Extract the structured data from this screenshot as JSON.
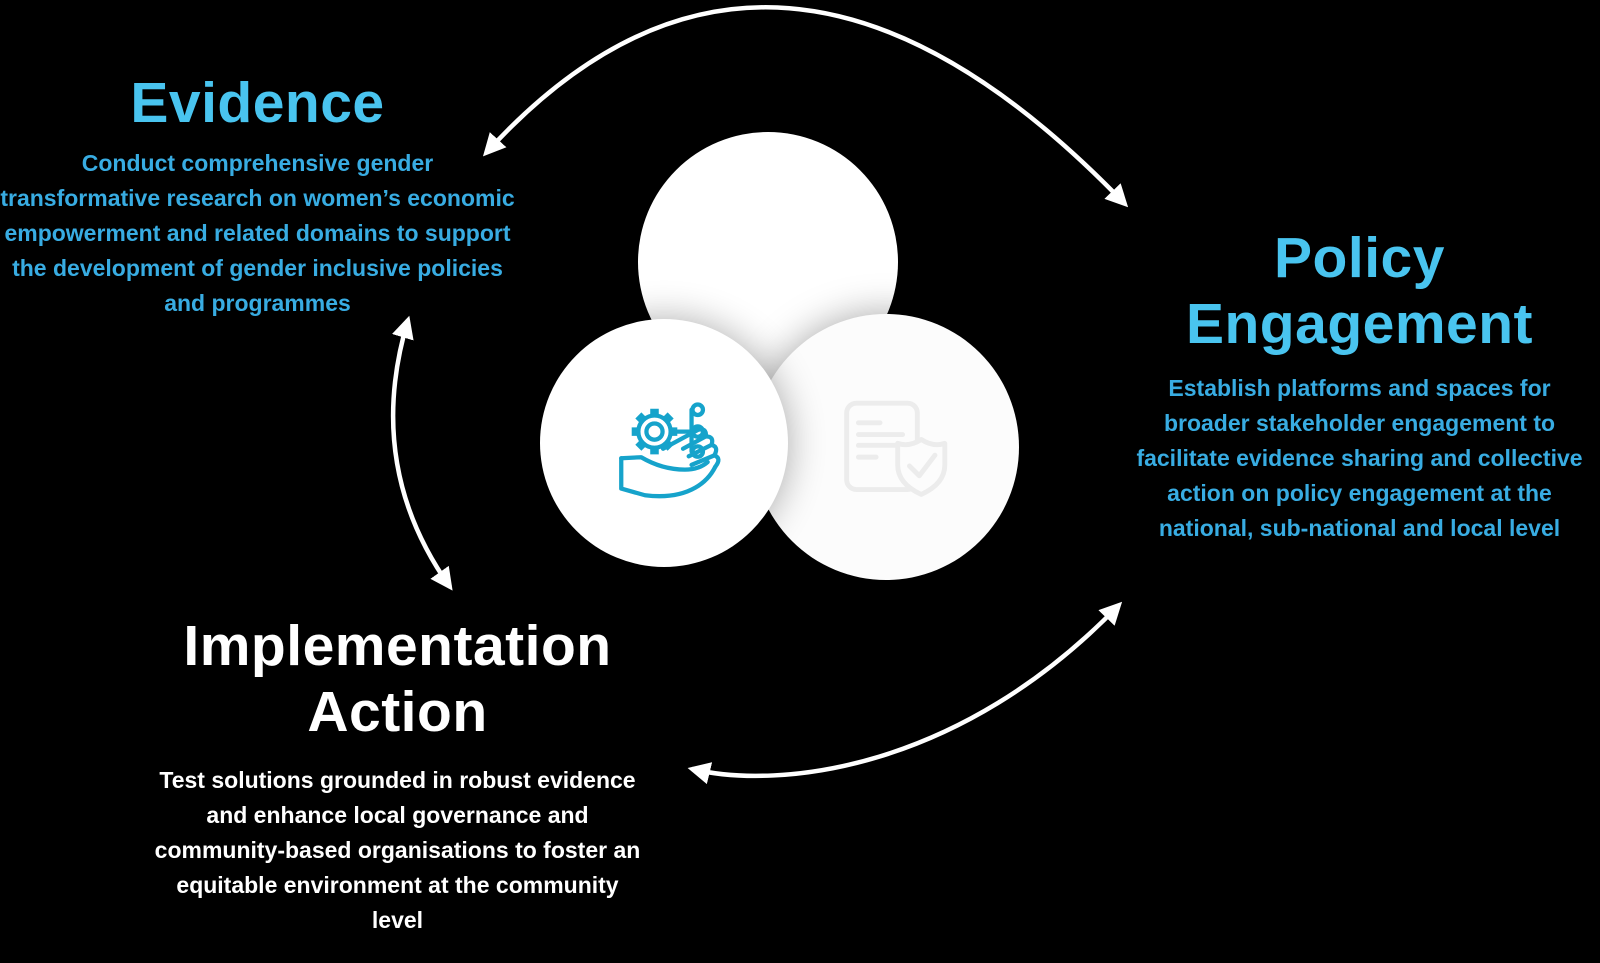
{
  "diagram": {
    "background_color": "#000000",
    "accent_heading_color": "#49C4EF",
    "accent_body_color": "#38ACE2",
    "white_text_color": "#FFFFFF",
    "arrow_color": "#FFFFFF",
    "circle_color": "#FFFFFF",
    "sections": {
      "evidence": {
        "title": "Evidence",
        "description_lines": [
          "Conduct comprehensive gender",
          "transformative research on women’s economic",
          "empowerment and related domains to support",
          "the development of gender inclusive policies",
          "and programmes"
        ]
      },
      "policy_engagement": {
        "title": "Policy Engagement",
        "description_lines": [
          "Establish platforms and spaces for",
          "broader stakeholder engagement to",
          "facilitate evidence sharing and collective",
          "action on policy engagement at the",
          "national, sub-national and local level"
        ]
      },
      "implementation_action": {
        "title": "Implementation Action",
        "description_lines": [
          "Test solutions grounded in robust evidence",
          "and enhance local governance and",
          "community-based organisations to foster an",
          "equitable environment at the community",
          "level"
        ]
      }
    },
    "icons": {
      "gear_network_hand": {
        "name": "gear-network-in-hand-icon",
        "color": "#16A3CB"
      },
      "document_shield_check": {
        "name": "document-shield-check-icon",
        "color": "#ECECEC"
      }
    },
    "arrows_note": "three white double-headed curved arrows forming a cycle"
  }
}
